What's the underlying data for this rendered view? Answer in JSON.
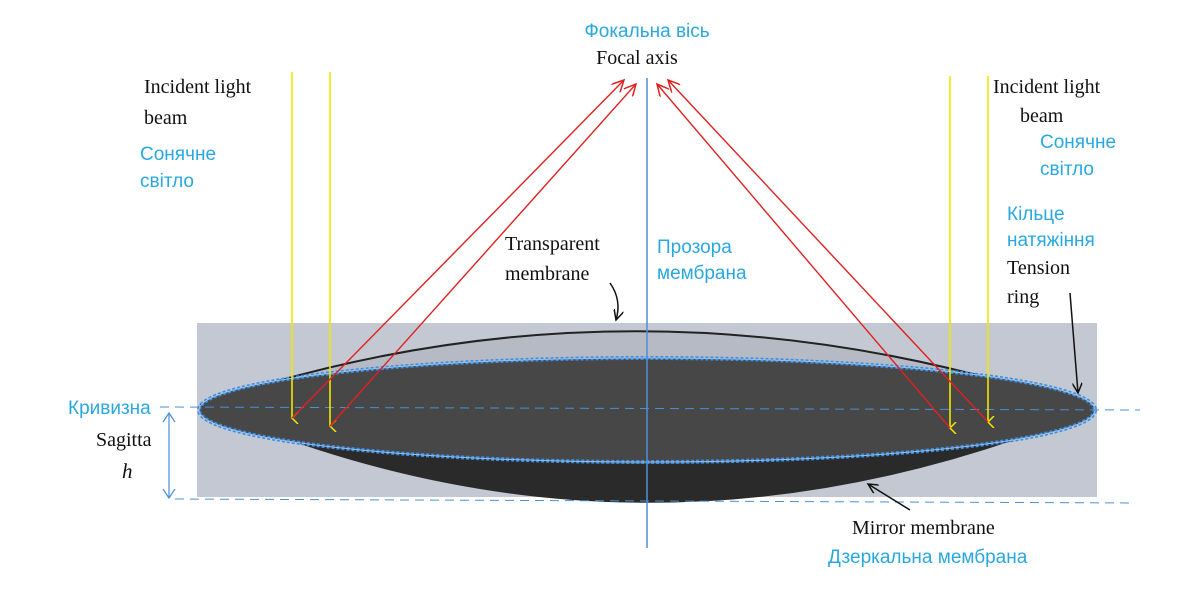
{
  "colors": {
    "accent_blue": "#29a8e0",
    "axis_blue": "#4a90d9",
    "ring_blue": "#3d8de0",
    "ray_yellow": "#f2e600",
    "ray_red": "#e02020",
    "box_gray": "#c4c8d2",
    "mirror_dark": "#3a3a3a",
    "text": "#111111"
  },
  "labels": {
    "focal_axis_uk": "Фокальна вісь",
    "focal_axis_en": "Focal axis",
    "incident_left_en_1": "Incident light",
    "incident_left_en_2": "beam",
    "incident_left_uk_1": "Сонячне",
    "incident_left_uk_2": "світло",
    "incident_right_en_1": "Incident light",
    "incident_right_en_2": "beam",
    "incident_right_uk_1": "Сонячне",
    "incident_right_uk_2": "світло",
    "transparent_en_1": "Transparent",
    "transparent_en_2": "membrane",
    "transparent_uk_1": "Прозора",
    "transparent_uk_2": "мембрана",
    "tension_uk_1": "Кільце",
    "tension_uk_2": "натяжіння",
    "tension_en_1": "Tension",
    "tension_en_2": "ring",
    "curvature_uk": "Кривизна",
    "sagitta_en": "Sagitta",
    "sagitta_symbol": "h",
    "mirror_en": "Mirror membrane",
    "mirror_uk": "Дзеркальна мембрана"
  }
}
